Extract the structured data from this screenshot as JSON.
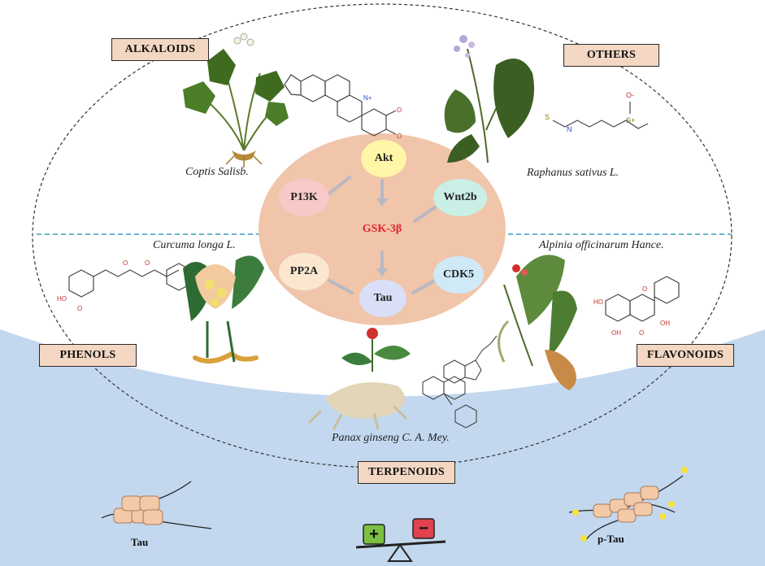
{
  "classes": {
    "alkaloids": "ALKALOIDS",
    "others": "OTHERS",
    "phenols": "PHENOLS",
    "flavonoids": "FLAVONOIDS",
    "terpenoids": "TERPENOIDS"
  },
  "plants": {
    "coptis": "Coptis Salisb.",
    "raphanus": "Raphanus sativus L.",
    "curcuma": "Curcuma longa L.",
    "alpinia": "Alpinia officinarum Hance.",
    "panax": "Panax ginseng C. A. Mey."
  },
  "network": {
    "center": "GSK-3β",
    "akt": "Akt",
    "p13k": "P13K",
    "wnt2b": "Wnt2b",
    "pp2a": "PP2A",
    "cdk5": "CDK5",
    "tau": "Tau"
  },
  "bottom": {
    "tau": "Tau",
    "ptau": "p-Tau",
    "plus": "+",
    "minus": "−"
  },
  "colors": {
    "label_fill": "#f3d7c3",
    "hub_fill": "#f0c5aa",
    "center_text": "#e0262b",
    "sea": "#c3d8ee",
    "akt": "#fff6a8",
    "p13k": "#f9c8c8",
    "wnt2b": "#c9efe6",
    "pp2a": "#fbe7cf",
    "cdk5": "#cfe9f7",
    "tau": "#d9dff7"
  }
}
